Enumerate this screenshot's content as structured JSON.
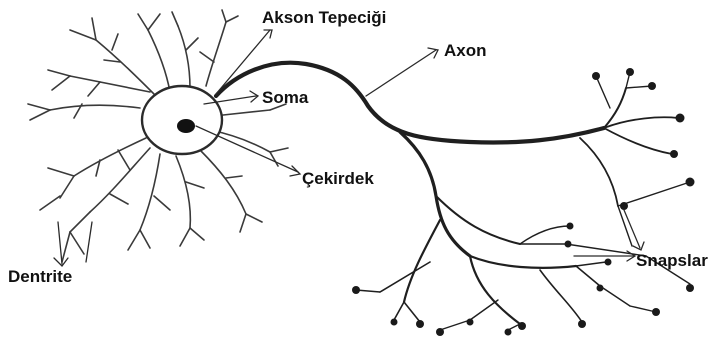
{
  "diagram": {
    "labels": {
      "akson_tepecigi": "Akson Tepeciği",
      "axon": "Axon",
      "soma": "Soma",
      "cekirdek": "Çekirdek",
      "dentrite": "Dentrite",
      "snapslar": "Snapslar"
    },
    "colors": {
      "ink": "#1f1f1f",
      "label": "#111111",
      "background": "#ffffff"
    }
  }
}
